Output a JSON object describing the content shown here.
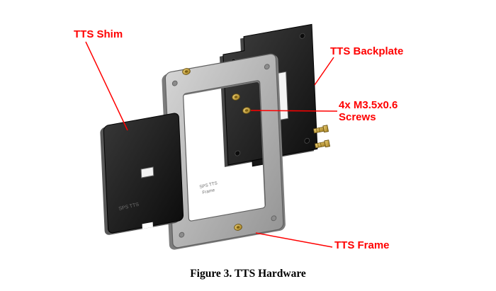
{
  "figure": {
    "caption": "Figure 3. TTS Hardware"
  },
  "callouts": {
    "shim": "TTS Shim",
    "backplate": "TTS Backplate",
    "screws_line1": "4x M3.5x0.6",
    "screws_line2": "Screws",
    "frame": "TTS Frame"
  },
  "engravings": {
    "shim": "SPS TTS",
    "frame_line1": "SPS TTS",
    "frame_line2": "Frame"
  },
  "colors": {
    "callout_red": "#ff0000",
    "plate_black": "#1c1c1c",
    "frame_gray": "#b3b3b3",
    "screw_gold": "#c9a43a",
    "background": "#ffffff"
  }
}
